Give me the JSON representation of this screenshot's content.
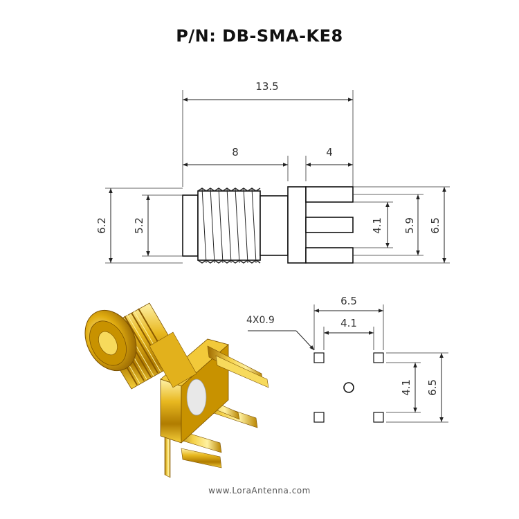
{
  "title": "P/N: DB-SMA-KE8",
  "footer": "www.LoraAntenna.com",
  "side_view": {
    "overall_length": "13.5",
    "body_length": "8",
    "pin_length": "4",
    "outer_diameter": "6.2",
    "inner_diameter": "5.2",
    "pin_spacing": "4.1",
    "flange_inner": "5.9",
    "flange_outer": "6.5"
  },
  "footprint": {
    "hole_label": "4X0.9",
    "width_outer": "6.5",
    "width_inner": "4.1",
    "height_inner": "4.1",
    "height_outer": "6.5"
  },
  "colors": {
    "gold": "#d4a017",
    "gold_dark": "#8a5a00",
    "gold_light": "#ffe680",
    "insulator": "#e8e8e8"
  }
}
